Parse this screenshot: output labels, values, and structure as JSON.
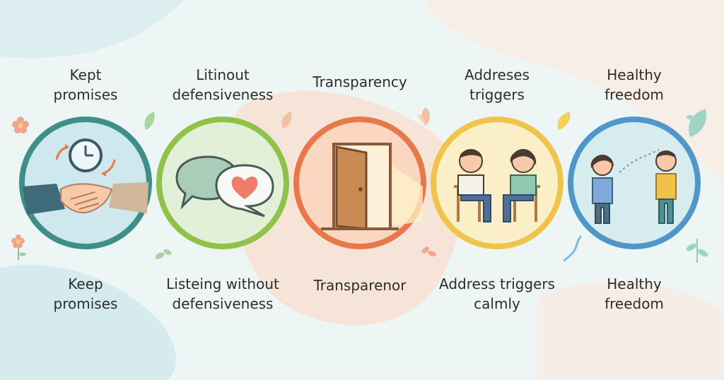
{
  "steps": [
    {
      "top_label": "Kept promises",
      "bottom_label": "Keep promises",
      "icon": "handshake-clock-icon",
      "ring_color": "#3e8f8a",
      "fill_color": "#cfe8ee"
    },
    {
      "top_label": "Litinout defensiveness",
      "bottom_label": "Listeing without defensiveness",
      "icon": "speech-bubbles-heart-icon",
      "ring_color": "#8fc24a",
      "fill_color": "#e3f0d8"
    },
    {
      "top_label": "Transparency",
      "bottom_label": "Transparenor",
      "icon": "open-door-icon",
      "ring_color": "#e8784a",
      "fill_color": "#fbd7c1"
    },
    {
      "top_label": "Addreses triggers",
      "bottom_label": "Address triggers calmly",
      "icon": "two-people-seated-icon",
      "ring_color": "#f0c44a",
      "fill_color": "#fbefc8"
    },
    {
      "top_label": "Healthy freedom",
      "bottom_label": "Healthy freedom",
      "icon": "two-people-standing-icon",
      "ring_color": "#4f97c9",
      "fill_color": "#d6ecef"
    }
  ]
}
